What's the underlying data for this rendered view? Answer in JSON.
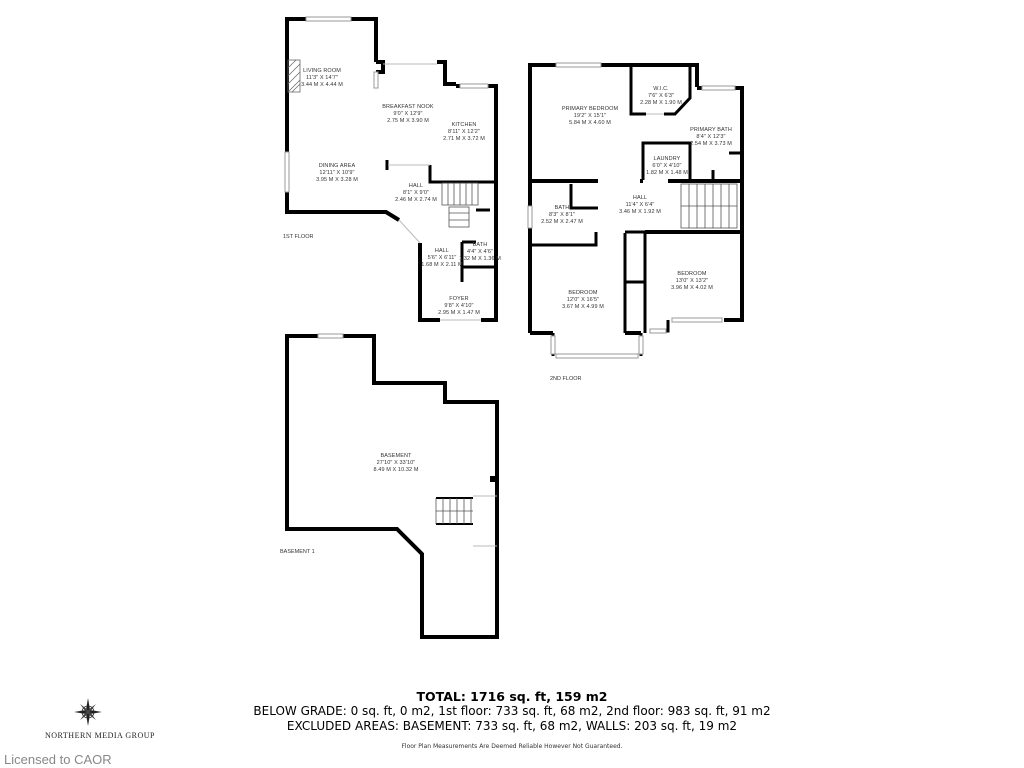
{
  "floors": {
    "first": {
      "label": "1ST FLOOR",
      "rooms": [
        {
          "name": "LIVING ROOM",
          "imperial": "11'3\" X 14'7\"",
          "metric": "3.44 M X 4.44 M"
        },
        {
          "name": "BREAKFAST NOOK",
          "imperial": "9'0\" X 12'9\"",
          "metric": "2.75 M X 3.90 M"
        },
        {
          "name": "KITCHEN",
          "imperial": "8'11\" X 12'2\"",
          "metric": "2.71 M X 3.72 M"
        },
        {
          "name": "DINING AREA",
          "imperial": "12'11\" X 10'9\"",
          "metric": "3.95 M X 3.28 M"
        },
        {
          "name": "HALL",
          "imperial": "8'1\" X 9'0\"",
          "metric": "2.46 M X 2.74 M"
        },
        {
          "name": "HALL",
          "imperial": "5'6\" X 6'11\"",
          "metric": "1.68 M X 2.11 M"
        },
        {
          "name": "BATH",
          "imperial": "4'4\" X 4'6\"",
          "metric": "1.32 M X 1.36 M"
        },
        {
          "name": "FOYER",
          "imperial": "9'8\" X 4'10\"",
          "metric": "2.95 M X 1.47 M"
        }
      ]
    },
    "second": {
      "label": "2ND FLOOR",
      "rooms": [
        {
          "name": "PRIMARY BEDROOM",
          "imperial": "19'2\" X 15'1\"",
          "metric": "5.84 M X 4.60 M"
        },
        {
          "name": "W.I.C.",
          "imperial": "7'6\" X 6'3\"",
          "metric": "2.28 M X 1.90 M"
        },
        {
          "name": "PRIMARY BATH",
          "imperial": "8'4\" X 12'3\"",
          "metric": "2.54 M X 3.73 M"
        },
        {
          "name": "LAUNDRY",
          "imperial": "6'0\" X 4'10\"",
          "metric": "1.82 M X 1.48 M"
        },
        {
          "name": "HALL",
          "imperial": "11'4\" X 6'4\"",
          "metric": "3.46 M X 1.92 M"
        },
        {
          "name": "BATH",
          "imperial": "8'3\" X 8'1\"",
          "metric": "2.52 M X 2.47 M"
        },
        {
          "name": "BEDROOM",
          "imperial": "12'0\" X 16'5\"",
          "metric": "3.67 M X 4.99 M"
        },
        {
          "name": "BEDROOM",
          "imperial": "13'0\" X 13'2\"",
          "metric": "3.96 M X 4.02 M"
        }
      ]
    },
    "basement": {
      "label": "BASEMENT 1",
      "rooms": [
        {
          "name": "BASEMENT",
          "imperial": "27'10\" X 33'10\"",
          "metric": "8.49 M X 10.32 M"
        }
      ]
    }
  },
  "summary": {
    "total": "TOTAL: 1716 sq. ft, 159 m2",
    "breakdown": "BELOW GRADE: 0 sq. ft, 0 m2, 1st floor: 733 sq. ft, 68 m2, 2nd floor: 983 sq. ft, 91 m2",
    "excluded": "EXCLUDED AREAS: BASEMENT: 733 sq. ft, 68 m2, WALLS: 203 sq. ft, 19 m2",
    "disclaimer": "Floor Plan Measurements Are Deemed Reliable However Not Guaranteed."
  },
  "branding": {
    "company": "NORTHERN MEDIA GROUP",
    "logo_icon": "compass-rose-icon",
    "license": "Licensed to CAOR"
  }
}
